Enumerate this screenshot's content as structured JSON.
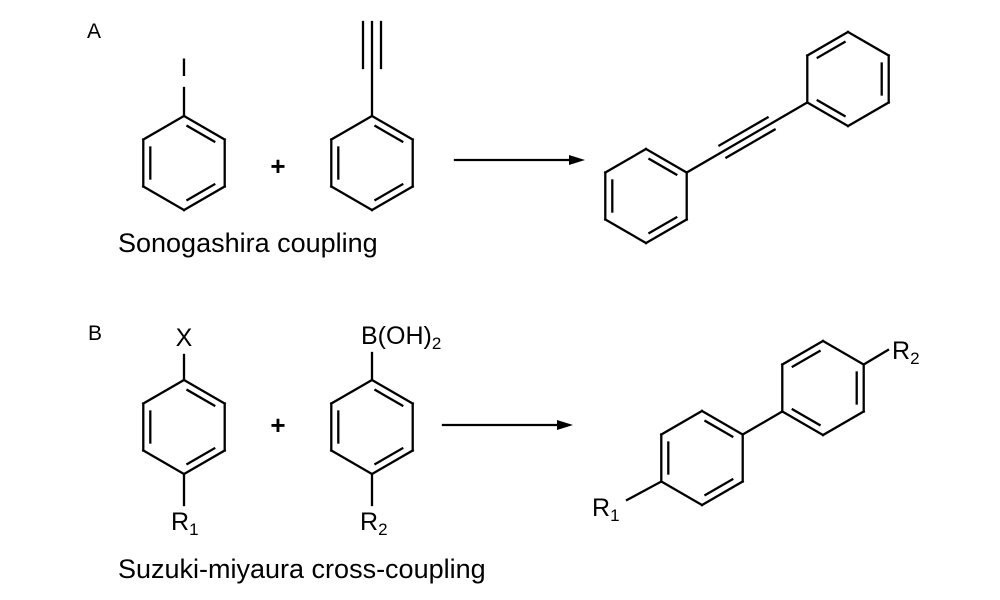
{
  "panel_a": {
    "label": "A",
    "reactant1_atom": "I",
    "plus": "+",
    "caption": "Sonogashira coupling"
  },
  "panel_b": {
    "label": "B",
    "reactant1_atom": "X",
    "reactant1_sub": "R",
    "reactant1_sub_index": "1",
    "plus": "+",
    "reactant2_group": "B(OH)",
    "reactant2_group_index": "2",
    "reactant2_sub": "R",
    "reactant2_sub_index": "2",
    "product_r1": "R",
    "product_r1_index": "1",
    "product_r2": "R",
    "product_r2_index": "2",
    "caption": "Suzuki-miyaura cross-coupling"
  },
  "colors": {
    "stroke": "#000000",
    "background": "#ffffff"
  }
}
